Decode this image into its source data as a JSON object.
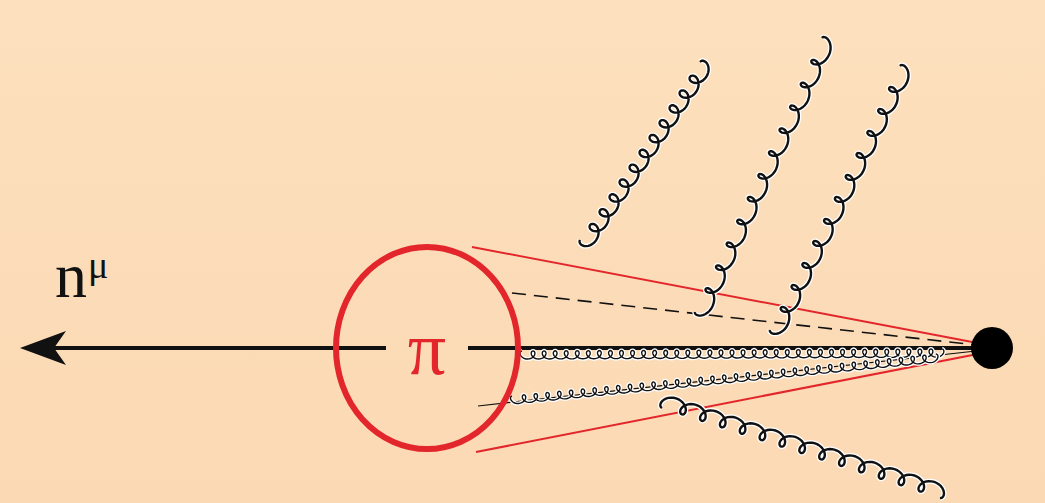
{
  "diagram": {
    "nodes": [
      {
        "text": [
          "π"
        ]
      }
    ],
    "labels": [
      "n",
      "μ"
    ]
  }
}
